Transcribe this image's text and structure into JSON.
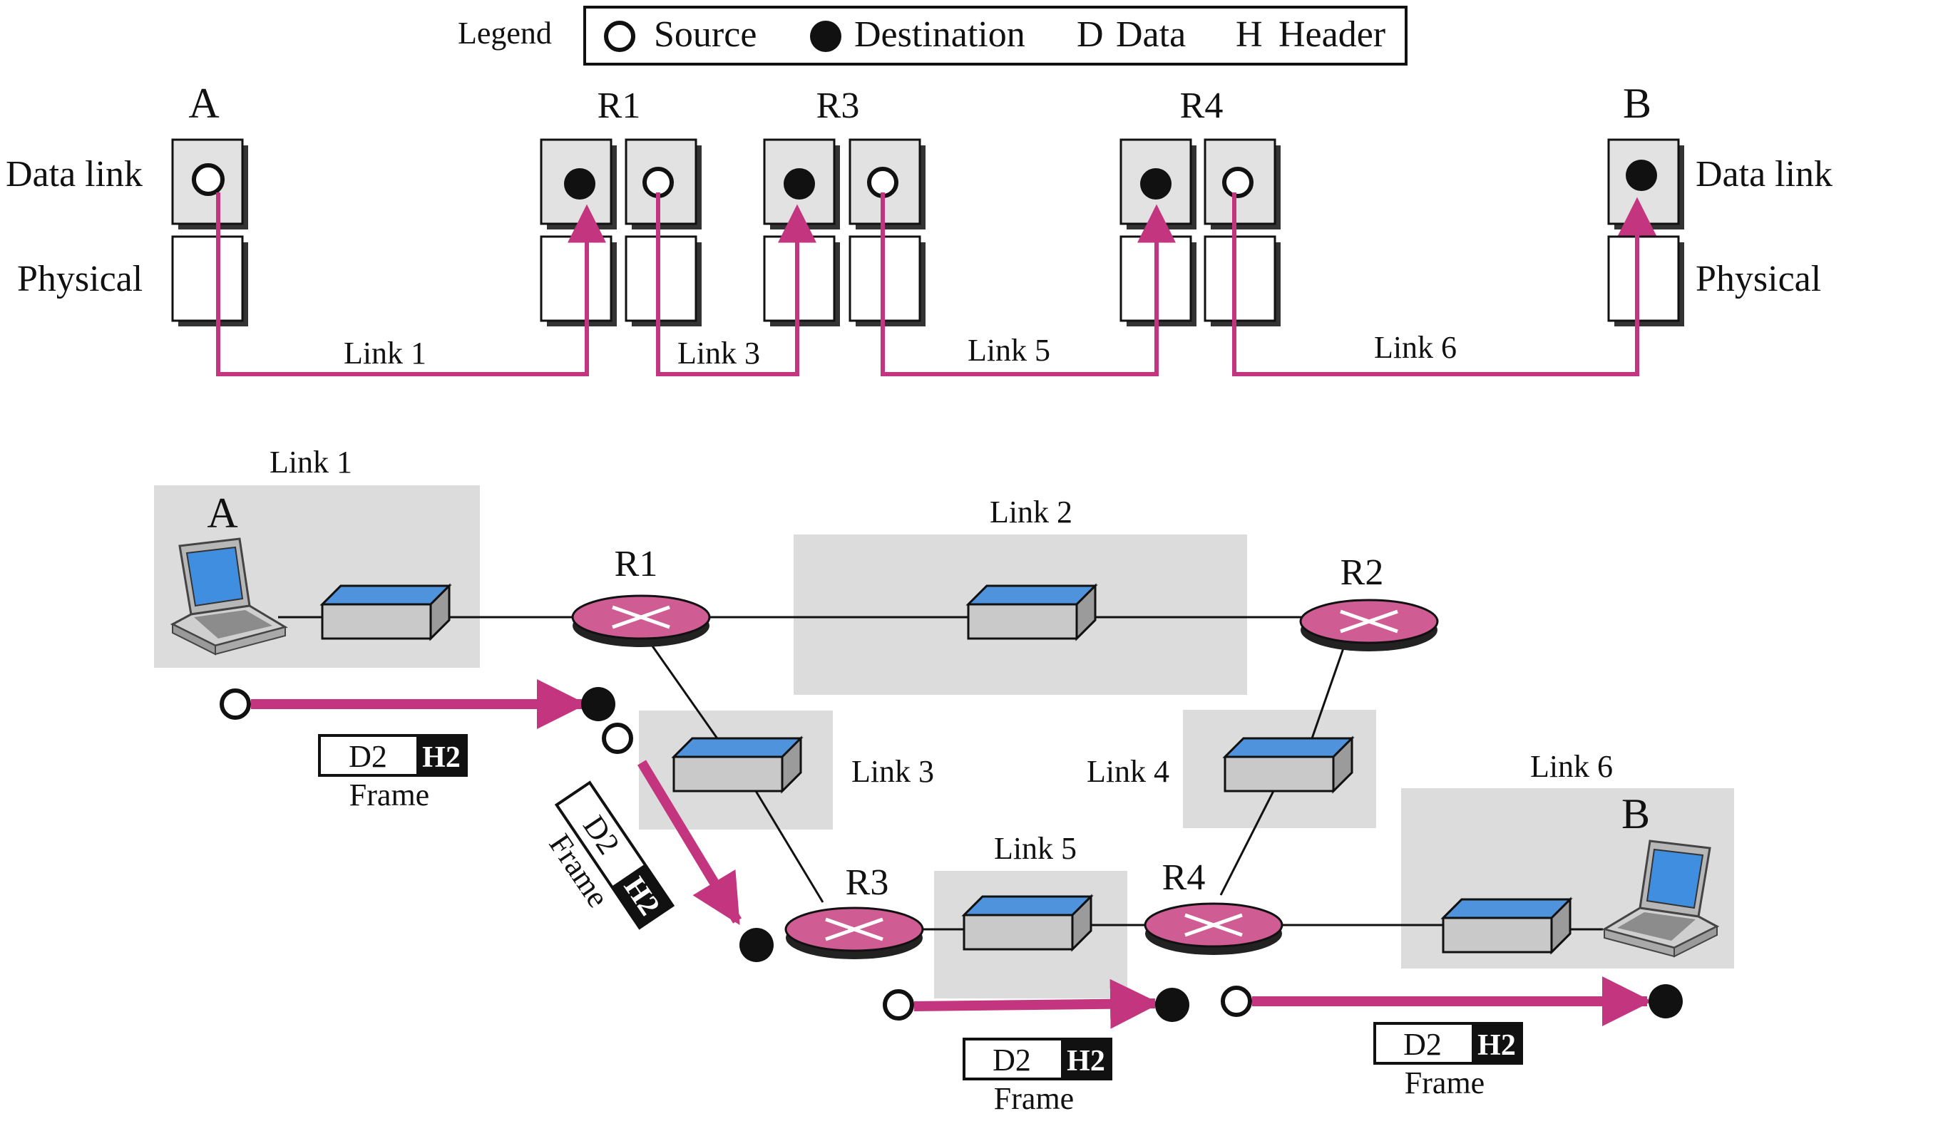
{
  "legend": {
    "title": "Legend",
    "source": "Source",
    "destination": "Destination",
    "data_letter": "D",
    "data": "Data",
    "header_letter": "H",
    "header": "Header"
  },
  "layers": {
    "data_link": "Data link",
    "physical": "Physical"
  },
  "stack_nodes": {
    "a": "A",
    "r1": "R1",
    "r3": "R3",
    "r4": "R4",
    "b": "B"
  },
  "stack_links": {
    "link1": "Link 1",
    "link3": "Link 3",
    "link5": "Link 5",
    "link6": "Link 6"
  },
  "network": {
    "hosts": {
      "a": "A",
      "b": "B"
    },
    "routers": {
      "r1": "R1",
      "r2": "R2",
      "r3": "R3",
      "r4": "R4"
    },
    "links": {
      "link1": "Link 1",
      "link2": "Link 2",
      "link3": "Link 3",
      "link4": "Link 4",
      "link5": "Link 5",
      "link6": "Link 6"
    }
  },
  "frames": {
    "data": "D2",
    "header": "H2",
    "caption": "Frame"
  },
  "colors": {
    "path": "#c3357f",
    "router": "#cf5c93",
    "switch_top": "#4f93dc",
    "lan_background": "#dcdcdc",
    "layer_box": "#e2e2e2"
  }
}
